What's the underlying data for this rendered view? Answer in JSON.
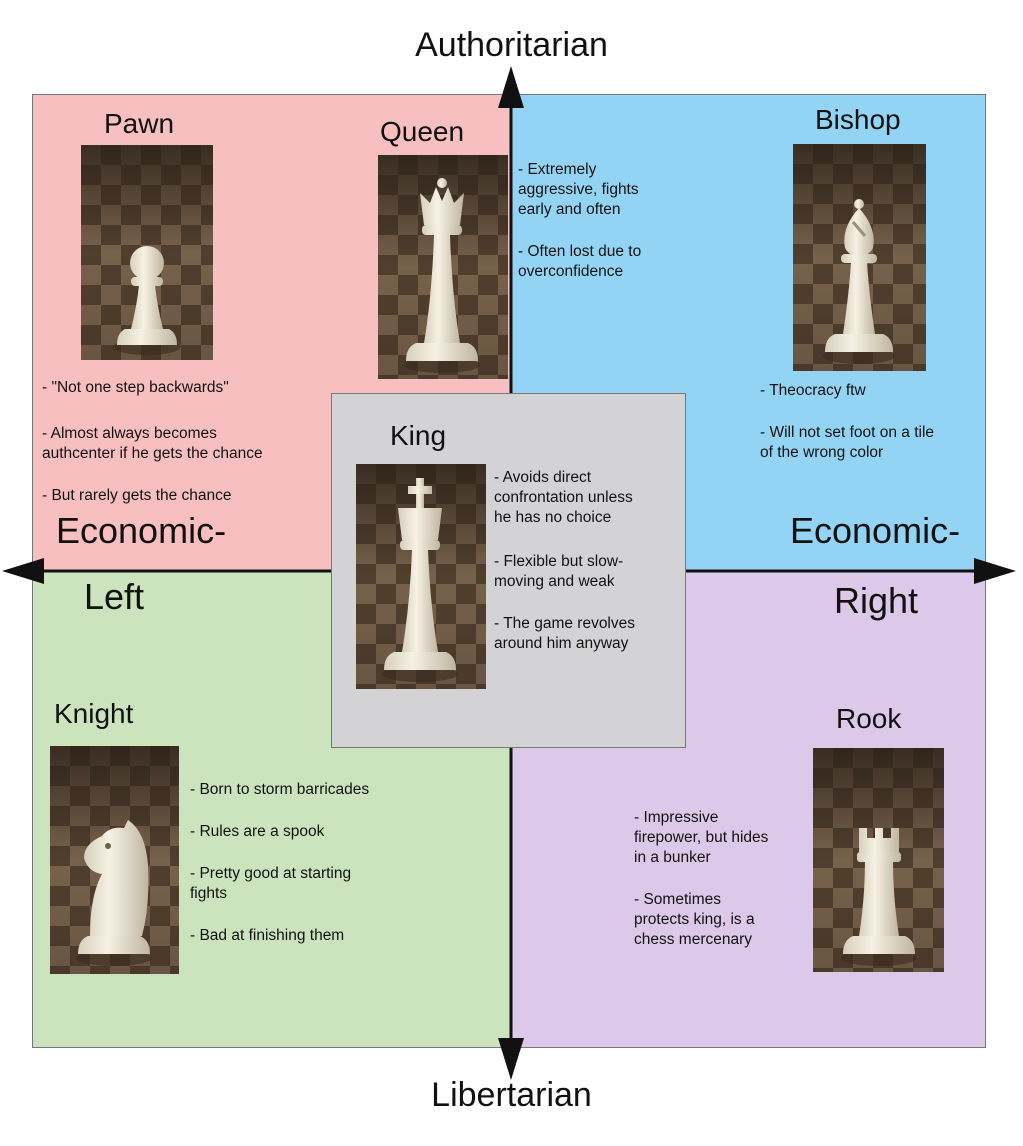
{
  "axes": {
    "top": "Authoritarian",
    "bottom": "Libertarian",
    "left_line1": "Economic-",
    "left_line2": "Left",
    "right_line1": "Economic-",
    "right_line2": "Right"
  },
  "pieces": {
    "pawn": {
      "name": "Pawn",
      "notes": [
        "- \"Not one step backwards\"",
        "- Almost always becomes\nauthcenter if he gets the chance",
        "- But rarely gets the chance"
      ]
    },
    "queen": {
      "name": "Queen",
      "notes": [
        "- Extremely\naggressive, fights\nearly and often",
        "- Often lost due to\noverconfidence"
      ]
    },
    "bishop": {
      "name": "Bishop",
      "notes": [
        "- Theocracy ftw",
        "- Will not set foot on a tile\nof the wrong color"
      ]
    },
    "king": {
      "name": "King",
      "notes": [
        "- Avoids direct\nconfrontation unless\nhe has no choice",
        "- Flexible but slow-\nmoving and weak",
        "- The game revolves\naround him anyway"
      ]
    },
    "knight": {
      "name": "Knight",
      "notes": [
        "- Born to storm barricades",
        "- Rules are a spook",
        "- Pretty good at starting\nfights",
        "- Bad at finishing them"
      ]
    },
    "rook": {
      "name": "Rook",
      "notes": [
        "- Impressive\nfirepower, but hides\nin a bunker",
        "- Sometimes\nprotects king, is a\nchess mercenary"
      ]
    }
  },
  "colors": {
    "authleft": "#f8bfc1",
    "authright": "#93d4f5",
    "libleft": "#cbe4bd",
    "libright": "#dcc8e8",
    "center": "#d3d3d5"
  }
}
